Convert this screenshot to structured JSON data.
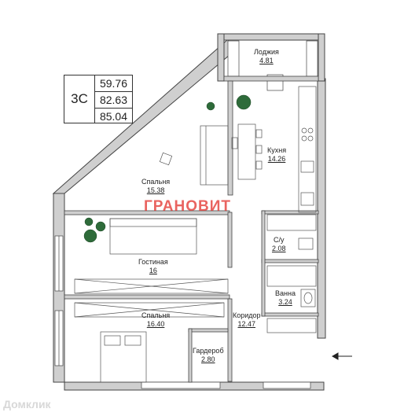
{
  "info_box": {
    "type": "3С",
    "values": [
      "59.76",
      "82.63",
      "85.04"
    ]
  },
  "brand": "ГРАНОВИТ",
  "watermark": "Домклик",
  "rooms": [
    {
      "name": "Лоджия",
      "area": "4.81"
    },
    {
      "name": "Кухня",
      "area": "14.26"
    },
    {
      "name": "Спальня",
      "area": "15.38"
    },
    {
      "name": "Гостиная",
      "area": "16"
    },
    {
      "name": "С/у",
      "area": "2.08"
    },
    {
      "name": "Ванна",
      "area": "3.24"
    },
    {
      "name": "Коридор",
      "area": "12.47"
    },
    {
      "name": "Спальня",
      "area": "16.40"
    },
    {
      "name": "Гардероб",
      "area": "2.80"
    }
  ]
}
